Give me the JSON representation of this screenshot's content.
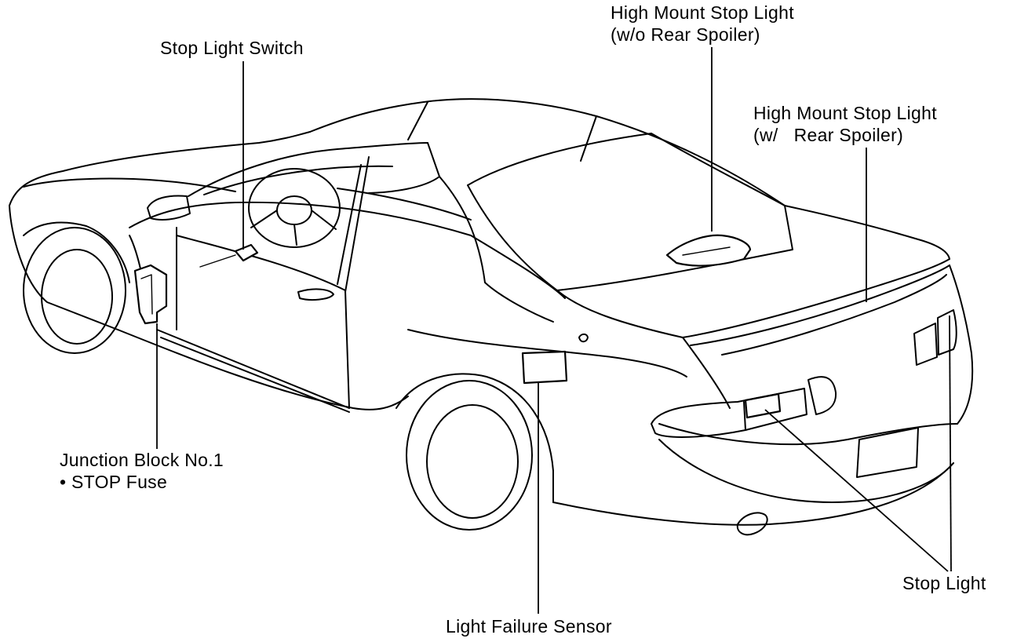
{
  "diagram": {
    "labels": {
      "stop_light_switch": "Stop Light Switch",
      "hmsl_wo_spoiler_line1": "High Mount Stop Light",
      "hmsl_wo_spoiler_line2": "(w/o Rear Spoiler)",
      "hmsl_w_spoiler_line1": "High Mount Stop Light",
      "hmsl_w_spoiler_line2": "(w/   Rear Spoiler)",
      "junction_block_line1": "Junction Block No.1",
      "junction_block_line2": "• STOP Fuse",
      "light_failure_sensor": "Light Failure Sensor",
      "stop_light": "Stop Light"
    },
    "colors": {
      "line": "#000000",
      "background": "#ffffff"
    }
  }
}
